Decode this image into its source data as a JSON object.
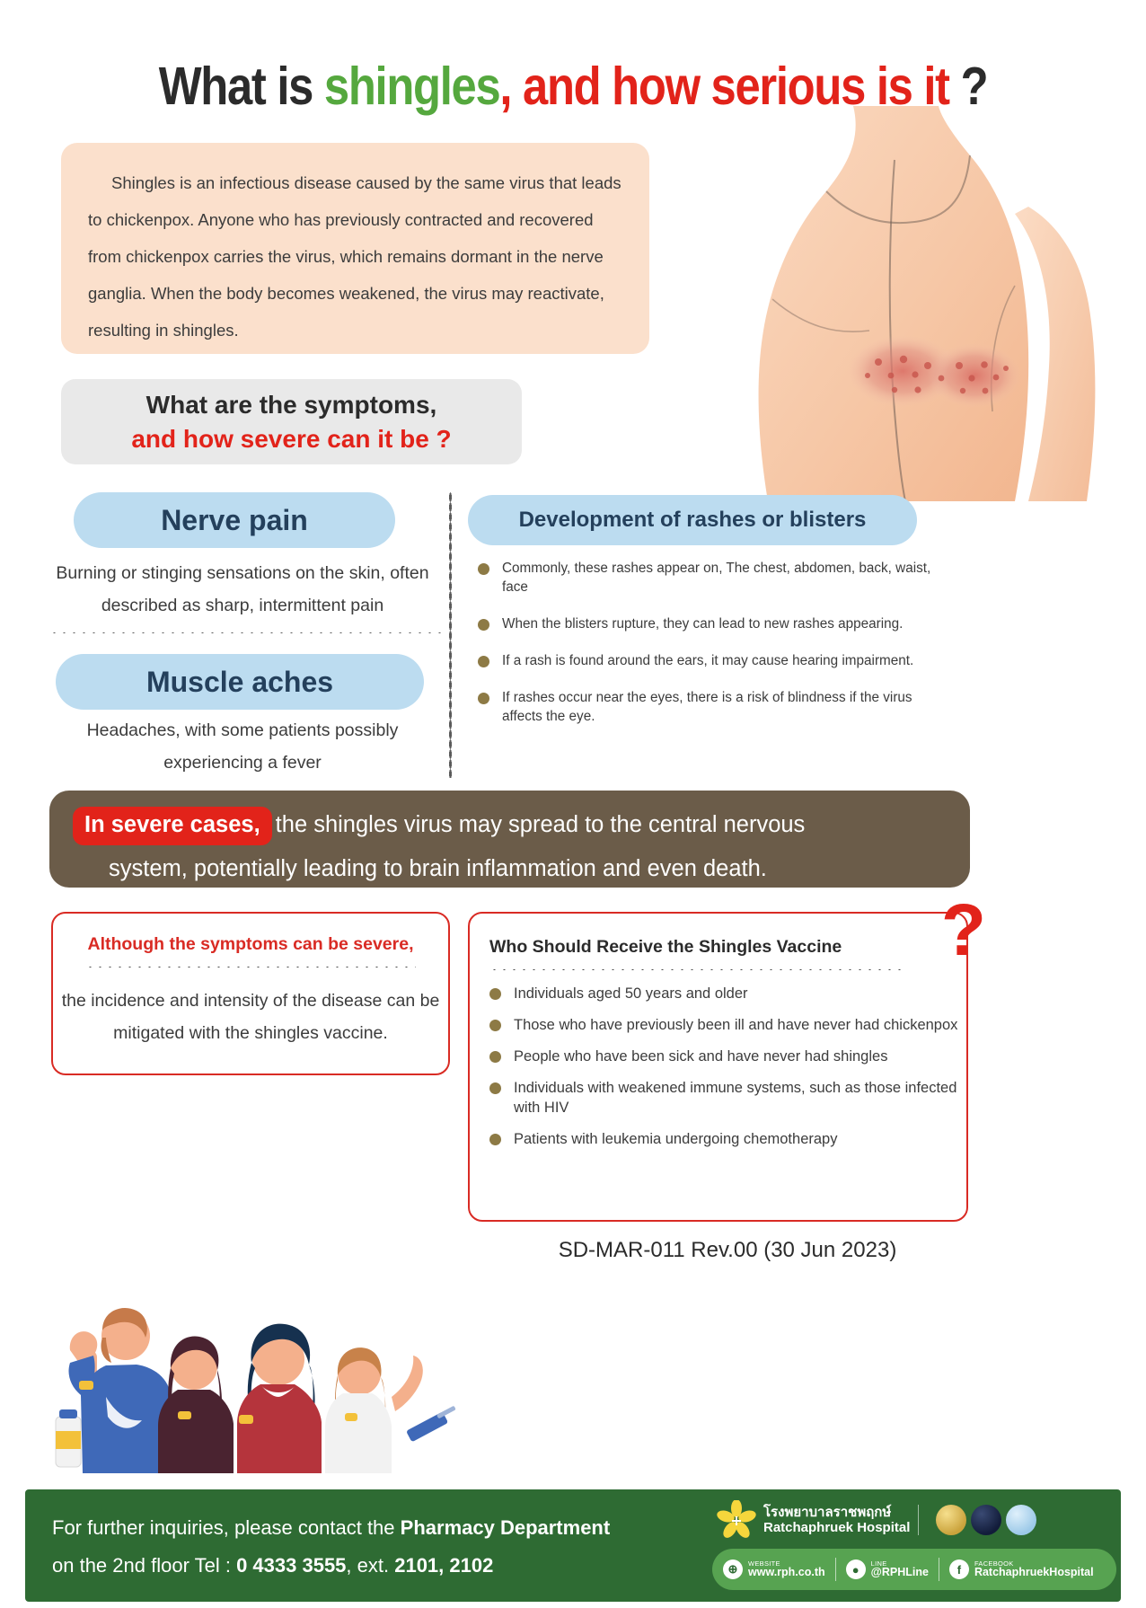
{
  "title": {
    "part1": "What is ",
    "part2": "shingles",
    "part3": ", and how serious is it ",
    "part4": "?"
  },
  "intro": {
    "paragraph": "Shingles is an infectious disease caused by the same virus that leads to chickenpox. Anyone who has previously contracted and recovered from chickenpox carries the virus, which remains dormant in the nerve ganglia. When the body becomes weakened, the virus may reactivate, resulting in shingles."
  },
  "symptoms_header": {
    "line1": "What are the symptoms,",
    "line2": "and how severe can it be ?"
  },
  "left_column": {
    "nerve_pill": "Nerve pain",
    "nerve_body": "Burning or stinging sensations on the skin, often described as sharp, intermittent pain",
    "muscle_pill": "Muscle aches",
    "muscle_body": "Headaches, with some patients possibly experiencing a fever"
  },
  "right_column": {
    "rash_pill": "Development of rashes or blisters",
    "bullets": [
      "Commonly, these rashes appear on, The chest, abdomen, back, waist, face",
      "When the blisters rupture, they can lead to new rashes appearing.",
      "If a rash is found around the ears, it may cause hearing impairment.",
      "If rashes occur near the eyes, there is a risk of blindness if the virus affects the eye."
    ]
  },
  "severe_banner": {
    "chip": "In severe cases,",
    "line1_rest": "the shingles virus may spread to the central nervous",
    "line2": "system, potentially leading to brain inflammation and even death."
  },
  "box_left": {
    "headline": "Although the symptoms can be severe,",
    "body": "the incidence and intensity of the disease can be mitigated with the shingles vaccine."
  },
  "box_right": {
    "heading": "Who Should Receive the Shingles Vaccine",
    "question_mark": "?",
    "bullets": [
      "Individuals aged 50 years and older",
      "Those who have previously been ill and have never had chickenpox",
      "People who have been sick and have never had shingles",
      "Individuals with weakened immune systems, such as those infected with HIV",
      "Patients with leukemia undergoing chemotherapy"
    ]
  },
  "doc_code": "SD-MAR-011 Rev.00 (30 Jun 2023)",
  "footer": {
    "line1_pre": "For further inquiries, please contact the ",
    "line1_bold": "Pharmacy Department",
    "line2_pre": "on  the 2nd floor Tel : ",
    "line2_phone": "0 4333 3555",
    "line2_mid": ", ext. ",
    "line2_ext": "2101, 2102",
    "hospital_th": "โรงพยาบาลราชพฤกษ์",
    "hospital_en": "Ratchaphruek Hospital",
    "social": [
      {
        "icon": "globe-icon",
        "key": "WEBSITE",
        "value": "www.rph.co.th",
        "glyph": "⊕"
      },
      {
        "icon": "line-icon",
        "key": "LINE",
        "value": "@RPHLine",
        "glyph": "●"
      },
      {
        "icon": "facebook-icon",
        "key": "FACEBOOK",
        "value": "RatchaphruekHospital",
        "glyph": "f"
      }
    ]
  },
  "colors": {
    "green_title": "#55a83e",
    "red": "#e2231a",
    "pill_blue": "#bcdcf0",
    "pill_text": "#24405c",
    "intro_bg": "#fbe0cc",
    "brown": "#6b5c49",
    "bullet": "#8d7a45",
    "footer_green": "#2e6b33"
  }
}
